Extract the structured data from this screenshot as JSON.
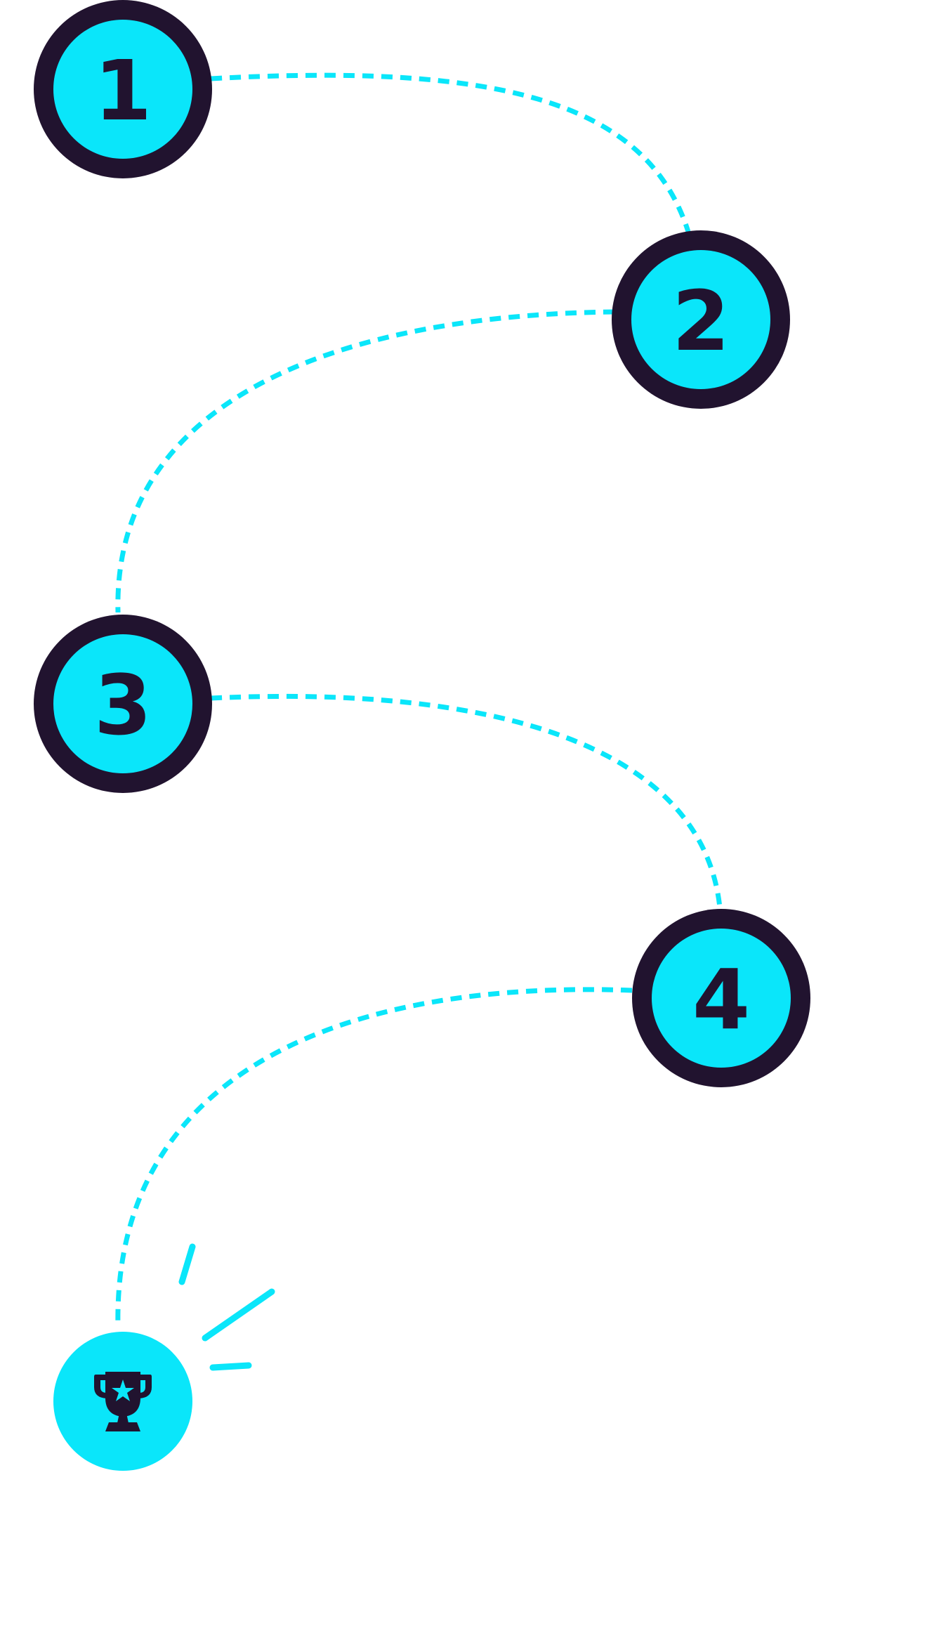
{
  "colors": {
    "accent": "#0ae6fa",
    "dark": "#21132f",
    "background": "#ffffff"
  },
  "steps": [
    {
      "label": "1"
    },
    {
      "label": "2"
    },
    {
      "label": "3"
    },
    {
      "label": "4"
    }
  ],
  "goal": {
    "icon": "trophy-icon"
  }
}
